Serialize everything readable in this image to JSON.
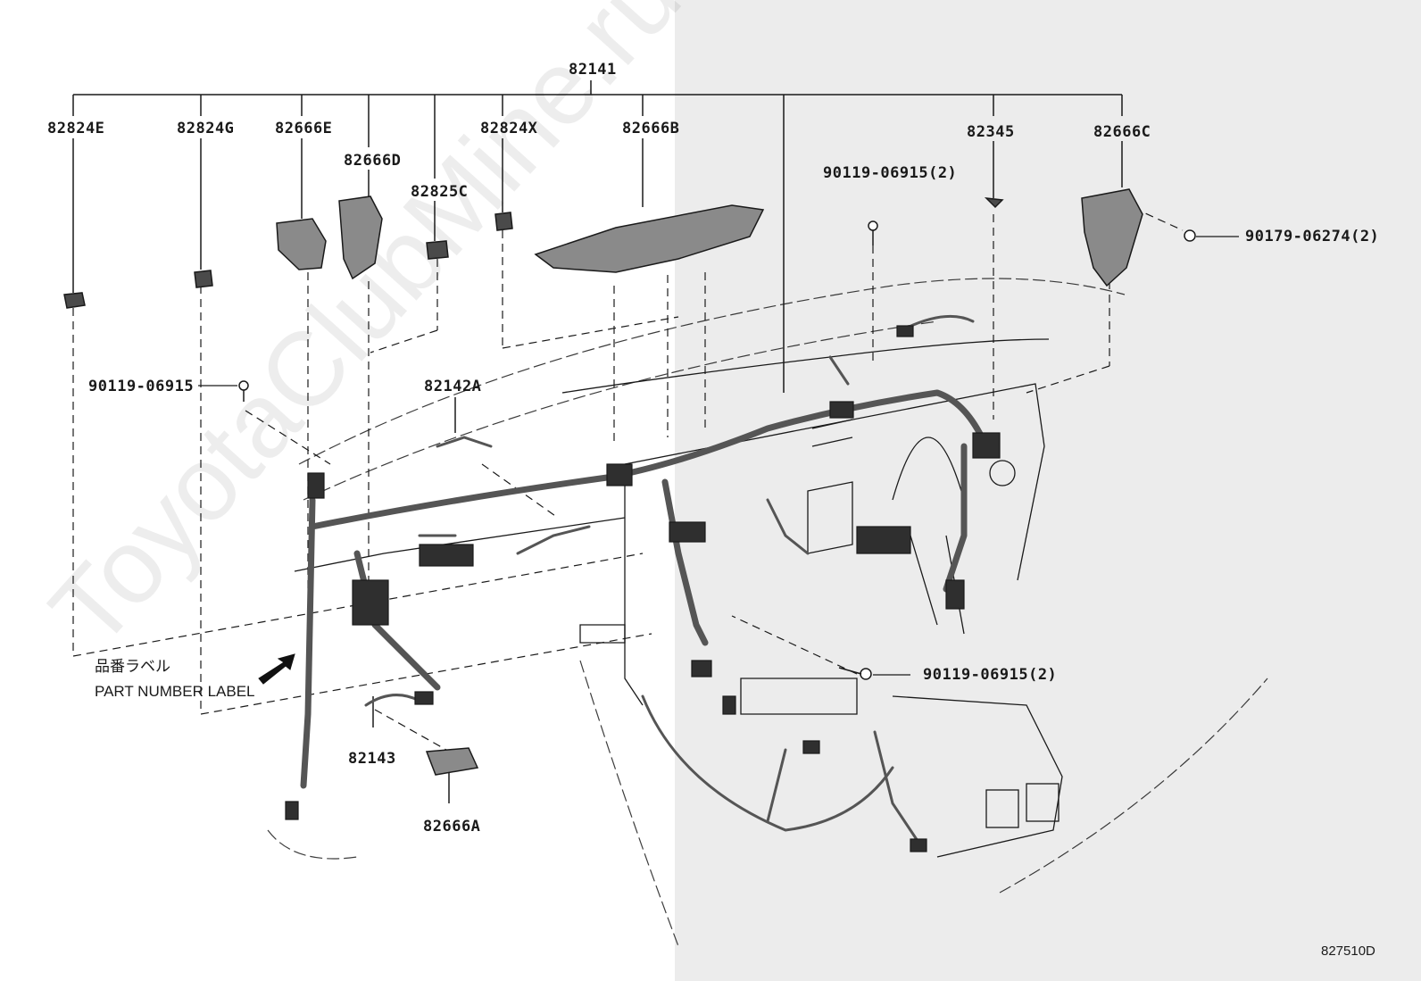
{
  "watermark": "ToyotaClubMine.ru",
  "callouts": {
    "assembly": "82141",
    "c_82824E": "82824E",
    "c_82824G": "82824G",
    "c_82666E": "82666E",
    "c_82666D": "82666D",
    "c_82825C": "82825C",
    "c_82824X": "82824X",
    "c_82666B": "82666B",
    "c_82345": "82345",
    "c_82666C": "82666C",
    "bolt_top": "90119-06915(2)",
    "nut_right": "90179-06274(2)",
    "bolt_left": "90119-06915",
    "c_82142A": "82142A",
    "bolt_lower": "90119-06915(2)",
    "c_82143": "82143",
    "c_82666A": "82666A"
  },
  "label_note": {
    "japanese": "品番ラベル",
    "english": "PART NUMBER LABEL"
  },
  "illustration_code": "827510D",
  "colors": {
    "background": "#ffffff",
    "shaded_half": "#ececec",
    "ink": "#1a1a1a",
    "harness": "#555555"
  }
}
